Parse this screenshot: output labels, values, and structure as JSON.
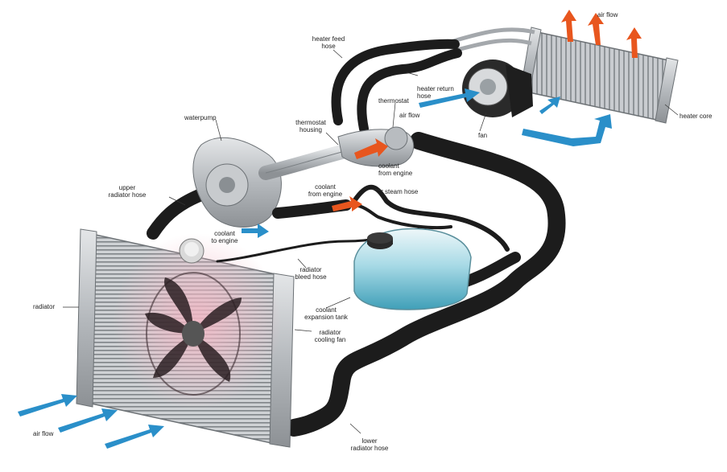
{
  "labels": {
    "heater_feed_hose": "heater feed\nhose",
    "air_flow_top": "air flow",
    "heater_return_hose": "heater return\nhose",
    "thermostat": "thermostat",
    "air_flow_mid": "air flow",
    "fan": "fan",
    "heater_core": "heater core",
    "waterpump": "waterpump",
    "thermostat_housing": "thermostat\nhousing",
    "coolant_from_engine_1": "coolant\nfrom engine",
    "coolant_from_engine_2": "coolant\nfrom engine",
    "steam_hose": "steam hose",
    "upper_radiator_hose": "upper\nradiator hose",
    "coolant_to_engine": "coolant\nto engine",
    "radiator_bleed_hose": "radiator\nbleed hose",
    "radiator": "radiator",
    "coolant_expansion_tank": "coolant\nexpansion tank",
    "radiator_cooling_fan": "radiator\ncooling fan",
    "air_flow_bottom": "air flow",
    "lower_radiator_hose": "lower\nradiator hose"
  },
  "colors": {
    "hose": "#1c1c1c",
    "metal": "#b9bdc1",
    "coolant_tank": "#6fc2d6",
    "hot_arrow": "#e8561e",
    "cool_arrow": "#2a8fc9",
    "fan_glow": "#e9a8b6"
  }
}
